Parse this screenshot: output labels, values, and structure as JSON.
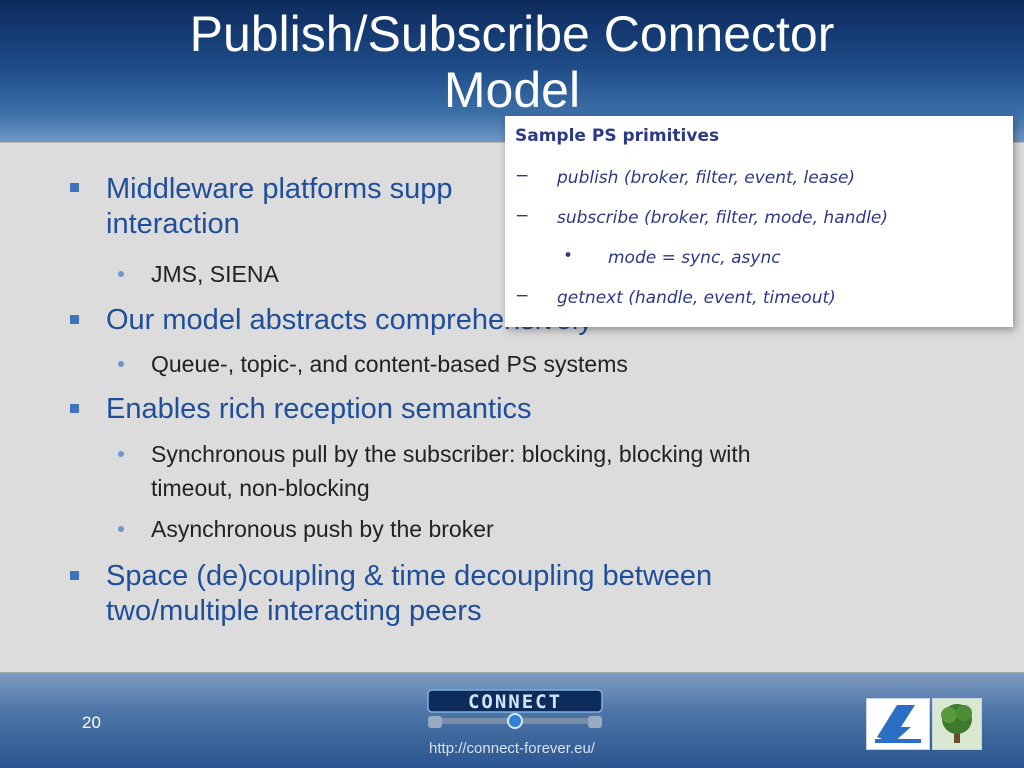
{
  "slide": {
    "title_line1": "Publish/Subscribe Connector",
    "title_line2": "Model",
    "bullets": [
      {
        "text_line1": "Middleware platforms supp",
        "text_line2": "interaction",
        "sub": [
          "JMS, SIENA"
        ]
      },
      {
        "text_line1": "Our model abstracts comprehensively",
        "sub": [
          "Queue-, topic-, and content-based PS systems"
        ]
      },
      {
        "text_line1": "Enables rich reception semantics",
        "sub": [
          "Synchronous pull by the subscriber: blocking, blocking with",
          "timeout, non-blocking",
          "Asynchronous push by the broker"
        ]
      },
      {
        "text_line1": "Space (de)coupling & time decoupling between",
        "text_line2": "two/multiple interacting peers"
      }
    ],
    "page_number": "20",
    "footer_url": "http://connect-forever.eu/",
    "logo_text": "CONNECT"
  },
  "popup": {
    "title": "Sample PS primitives",
    "dash": "−",
    "bullet": "•",
    "items": [
      "publish (broker, filter, event, lease)",
      "subscribe (broker, filter, mode, handle)",
      "mode = sync, async",
      "getnext (handle, event, timeout)"
    ]
  },
  "colors": {
    "heading_blue": "#1f4e9a",
    "popup_text": "#2c3a86",
    "bullet_blue": "#3d73bf"
  },
  "icons": [
    "connect-logo-icon",
    "fp7-logo-icon",
    "tree-logo-icon"
  ]
}
